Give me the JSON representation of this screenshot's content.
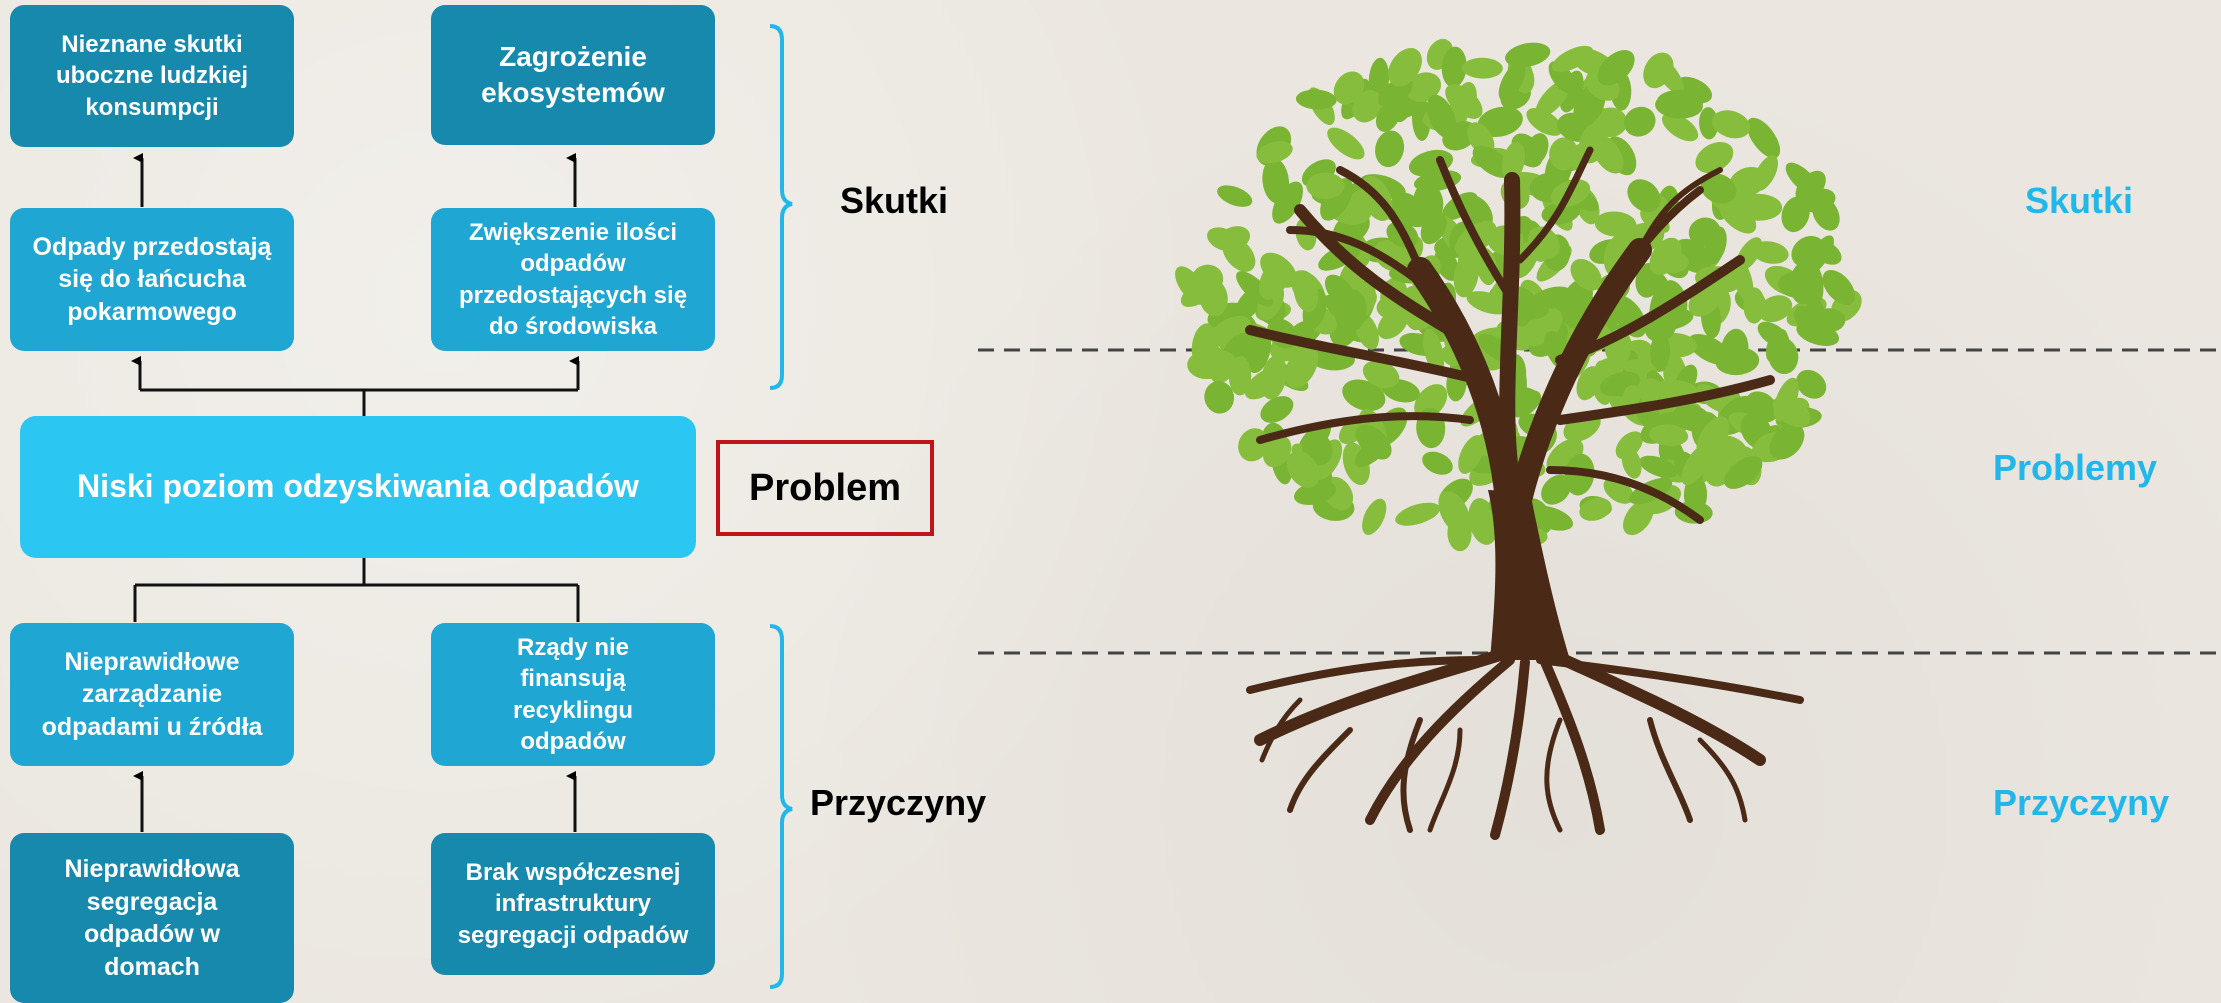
{
  "colors": {
    "dark_box": "#1689ad",
    "mid_box": "#1fa6d2",
    "main_box": "#2cc6f3",
    "bracket": "#22b7ea",
    "problem_border": "#c0141a",
    "leaf": "#86bd3c",
    "trunk": "#4a2a16",
    "cyan_label": "#22b7ea"
  },
  "effects": {
    "top_left": "Nieznane skutki uboczne ludzkiej konsumpcji",
    "top_right": "Zagrożenie ekosystemów",
    "mid_left": "Odpady przedostają się do łańcucha pokarmowego",
    "mid_right": "Zwiększenie ilości odpadów przedostających się do środowiska"
  },
  "core_problem": "Niski poziom odzyskiwania odpadów",
  "causes": {
    "mid_left": "Nieprawidłowe zarządzanie odpadami u źródła",
    "mid_right": "Rządy nie finansują recyklingu odpadów",
    "bottom_left": "Nieprawidłowa segregacja odpadów w domach",
    "bottom_right": "Brak współczesnej infrastruktury segregacji odpadów"
  },
  "labels": {
    "effects": "Skutki",
    "problem": "Problem",
    "causes": "Przyczyny"
  },
  "tree_labels": {
    "effects": "Skutki",
    "problems": "Problemy",
    "causes": "Przyczyny"
  },
  "icons": {
    "tree": "tree-illustration",
    "arrow": "arrow-up-icon"
  }
}
